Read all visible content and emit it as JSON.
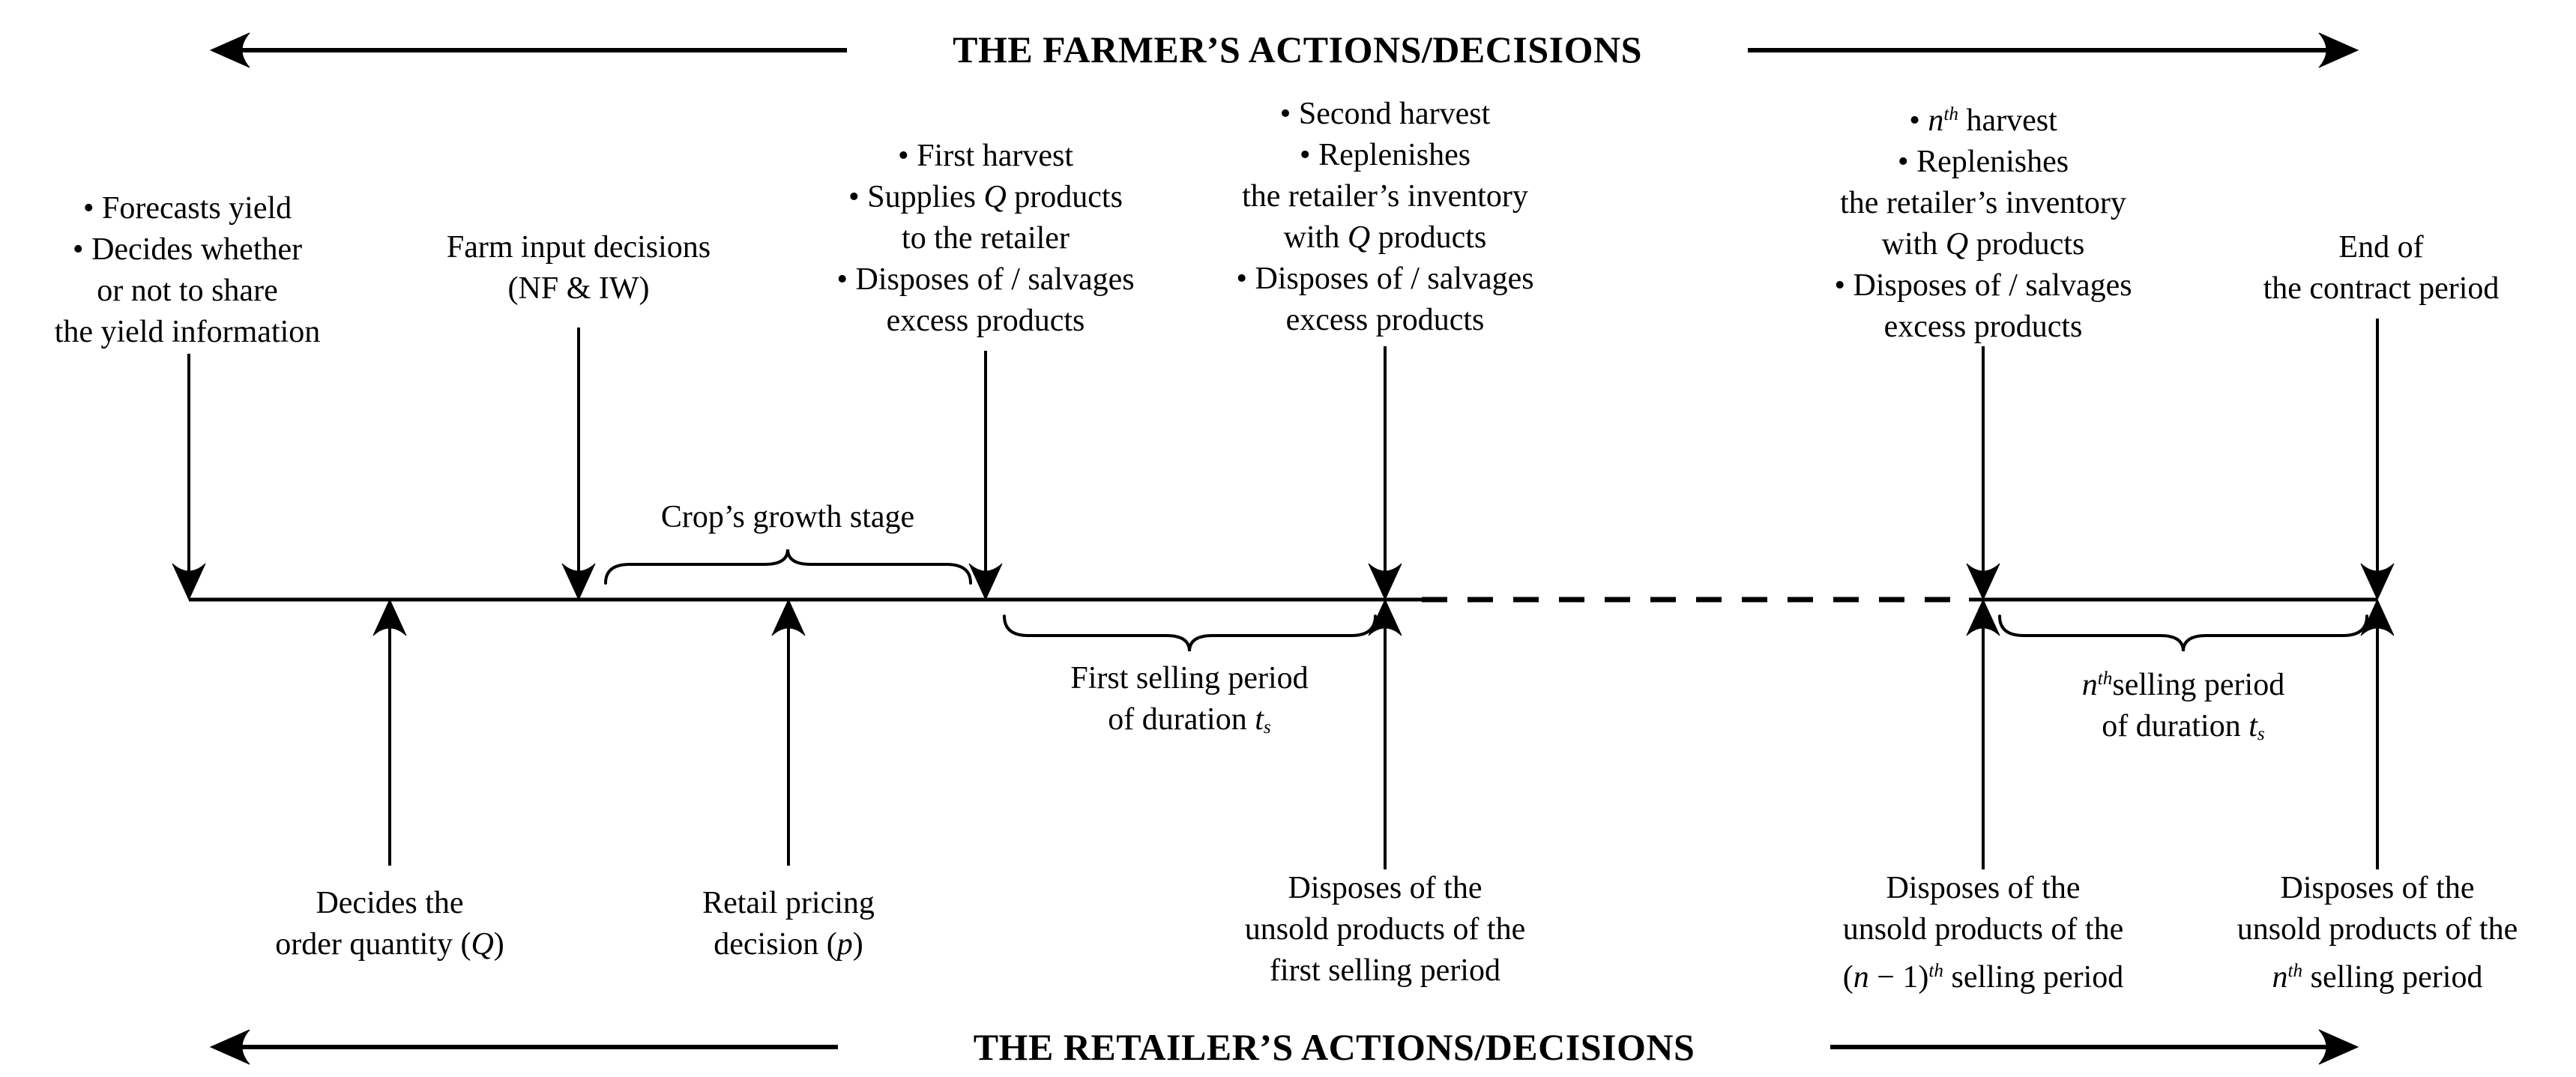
{
  "titles": {
    "top": "THE FARMER’S ACTIONS/DECISIONS",
    "bottom": "THE RETAILER’S ACTIONS/DECISIONS"
  },
  "farmer": {
    "forecast": {
      "lines": [
        [
          {
            "t": "• Forecasts yield"
          }
        ],
        [
          {
            "t": "• Decides whether"
          }
        ],
        [
          {
            "t": "or not to share"
          }
        ],
        [
          {
            "t": "the yield information"
          }
        ]
      ]
    },
    "farm_input": {
      "lines": [
        [
          {
            "t": "Farm input decisions"
          }
        ],
        [
          {
            "t": "(NF & IW)"
          }
        ]
      ]
    },
    "first_harvest": {
      "lines": [
        [
          {
            "t": "• First harvest"
          }
        ],
        [
          {
            "t": "• Supplies "
          },
          {
            "t": "Q",
            "s": "i"
          },
          {
            "t": " products"
          }
        ],
        [
          {
            "t": "to the retailer"
          }
        ],
        [
          {
            "t": "• Disposes of / salvages"
          }
        ],
        [
          {
            "t": "excess products"
          }
        ]
      ]
    },
    "second_harvest": {
      "lines": [
        [
          {
            "t": "• Second harvest"
          }
        ],
        [
          {
            "t": "• Replenishes"
          }
        ],
        [
          {
            "t": "the retailer’s inventory"
          }
        ],
        [
          {
            "t": "with "
          },
          {
            "t": "Q",
            "s": "i"
          },
          {
            "t": " products"
          }
        ],
        [
          {
            "t": "• Disposes of / salvages"
          }
        ],
        [
          {
            "t": "excess products"
          }
        ]
      ]
    },
    "nth_harvest": {
      "lines": [
        [
          {
            "t": "• "
          },
          {
            "t": "n",
            "s": "i"
          },
          {
            "t": "th",
            "s": "sup"
          },
          {
            "t": " harvest"
          }
        ],
        [
          {
            "t": "• Replenishes"
          }
        ],
        [
          {
            "t": "the retailer’s inventory"
          }
        ],
        [
          {
            "t": "with "
          },
          {
            "t": "Q",
            "s": "i"
          },
          {
            "t": " products"
          }
        ],
        [
          {
            "t": "• Disposes of / salvages"
          }
        ],
        [
          {
            "t": "excess products"
          }
        ]
      ]
    },
    "end_contract": {
      "lines": [
        [
          {
            "t": "End of"
          }
        ],
        [
          {
            "t": "the contract period"
          }
        ]
      ]
    }
  },
  "timeline": {
    "crop_growth_label": [
      {
        "t": "Crop’s growth stage"
      }
    ],
    "first_selling": {
      "lines": [
        [
          {
            "t": "First selling period"
          }
        ],
        [
          {
            "t": "of duration "
          },
          {
            "t": "t",
            "s": "i"
          },
          {
            "t": "s",
            "s": "sub"
          }
        ]
      ]
    },
    "nth_selling": {
      "lines": [
        [
          {
            "t": "n",
            "s": "i"
          },
          {
            "t": "th",
            "s": "sup"
          },
          {
            "t": "selling period"
          }
        ],
        [
          {
            "t": "of duration "
          },
          {
            "t": "t",
            "s": "i"
          },
          {
            "t": "s",
            "s": "sub"
          }
        ]
      ]
    }
  },
  "retailer": {
    "order_quantity": {
      "lines": [
        [
          {
            "t": "Decides the"
          }
        ],
        [
          {
            "t": "order quantity ("
          },
          {
            "t": "Q",
            "s": "i"
          },
          {
            "t": ")"
          }
        ]
      ]
    },
    "retail_pricing": {
      "lines": [
        [
          {
            "t": "Retail pricing"
          }
        ],
        [
          {
            "t": "decision ("
          },
          {
            "t": "p",
            "s": "i"
          },
          {
            "t": ")"
          }
        ]
      ]
    },
    "dispose_first": {
      "lines": [
        [
          {
            "t": "Disposes of the"
          }
        ],
        [
          {
            "t": "unsold products of the"
          }
        ],
        [
          {
            "t": "first selling period"
          }
        ]
      ]
    },
    "dispose_n1": {
      "lines": [
        [
          {
            "t": "Disposes of the"
          }
        ],
        [
          {
            "t": "unsold products of the"
          }
        ],
        [
          {
            "t": "("
          },
          {
            "t": "n",
            "s": "i"
          },
          {
            "t": " − 1)"
          },
          {
            "t": "th",
            "s": "sup"
          },
          {
            "t": " selling period"
          }
        ]
      ]
    },
    "dispose_n": {
      "lines": [
        [
          {
            "t": "Disposes of the"
          }
        ],
        [
          {
            "t": "unsold products of the"
          }
        ],
        [
          {
            "t": "n",
            "s": "i"
          },
          {
            "t": "th",
            "s": "sup"
          },
          {
            "t": " selling period"
          }
        ]
      ]
    }
  },
  "colors": {
    "ink": "#000000",
    "background": "#ffffff"
  }
}
